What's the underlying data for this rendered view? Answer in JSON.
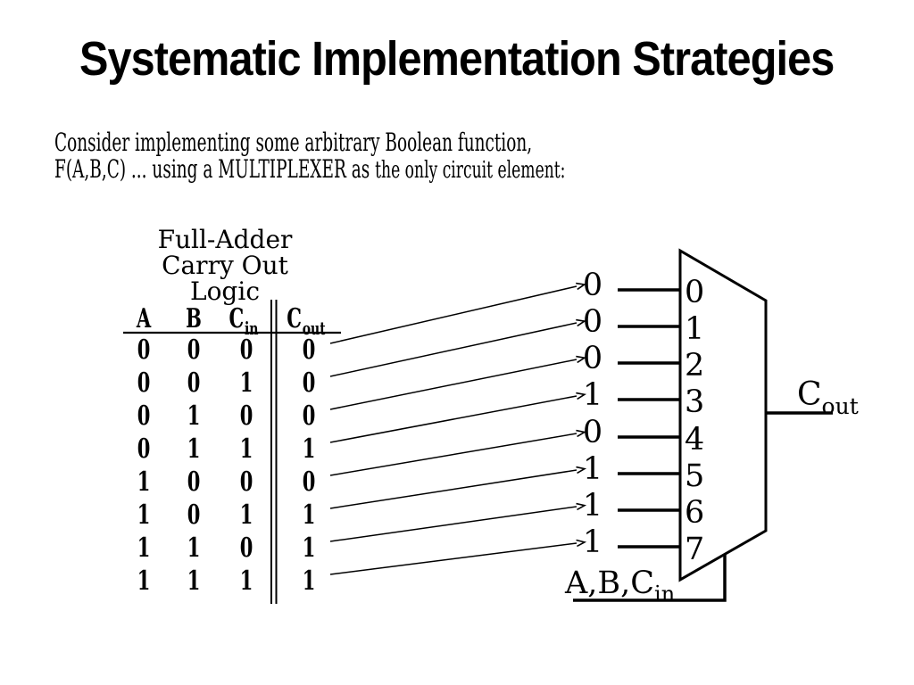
{
  "slide": {
    "title": "Systematic Implementation Strategies",
    "intro_line1": "Consider implementing some arbitrary Boolean function,",
    "intro_line2_main": "F(A,B,C) ... using a MULTIPLEXER as ",
    "intro_line2_tail": "the only circuit element:"
  },
  "truth_table": {
    "caption_line1": "Full-Adder",
    "caption_line2": "Carry Out Logic",
    "headers": [
      {
        "base": "A",
        "sub": ""
      },
      {
        "base": "B",
        "sub": ""
      },
      {
        "base": "C",
        "sub": "in"
      },
      {
        "base": "C",
        "sub": "out"
      }
    ],
    "rows": [
      [
        "0",
        "0",
        "0",
        "0"
      ],
      [
        "0",
        "0",
        "1",
        "0"
      ],
      [
        "0",
        "1",
        "0",
        "0"
      ],
      [
        "0",
        "1",
        "1",
        "1"
      ],
      [
        "1",
        "0",
        "0",
        "0"
      ],
      [
        "1",
        "0",
        "1",
        "1"
      ],
      [
        "1",
        "1",
        "0",
        "1"
      ],
      [
        "1",
        "1",
        "1",
        "1"
      ]
    ]
  },
  "mux": {
    "input_values": [
      "0",
      "0",
      "0",
      "1",
      "0",
      "1",
      "1",
      "1"
    ],
    "port_labels": [
      "0",
      "1",
      "2",
      "3",
      "4",
      "5",
      "6",
      "7"
    ],
    "output_label_base": "C",
    "output_label_sub": "out",
    "select_label_base": "A,B,C",
    "select_label_sub": "in"
  },
  "colors": {
    "background": "#ffffff",
    "ink": "#000000"
  }
}
